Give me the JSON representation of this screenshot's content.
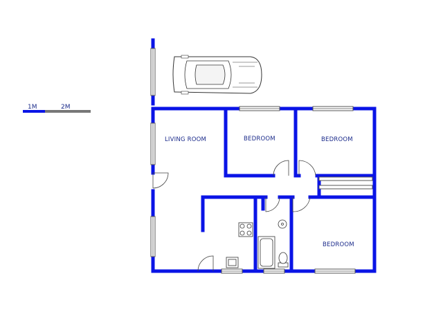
{
  "scale_bar": {
    "label_1": "1M",
    "label_2": "2M"
  },
  "rooms": {
    "living_room": "LIVING ROOM",
    "bedroom_1": "BEDROOM",
    "bedroom_2": "BEDROOM",
    "bedroom_3": "BEDROOM"
  },
  "colors": {
    "wall": "#0a14e6",
    "scale_light": "#0a14e6",
    "scale_dark": "#777777",
    "label_text": "#1a2a8a"
  },
  "icons": [
    "car-icon",
    "stove-icon",
    "sink-icon",
    "bathtub-icon",
    "toilet-icon",
    "basin-icon"
  ]
}
